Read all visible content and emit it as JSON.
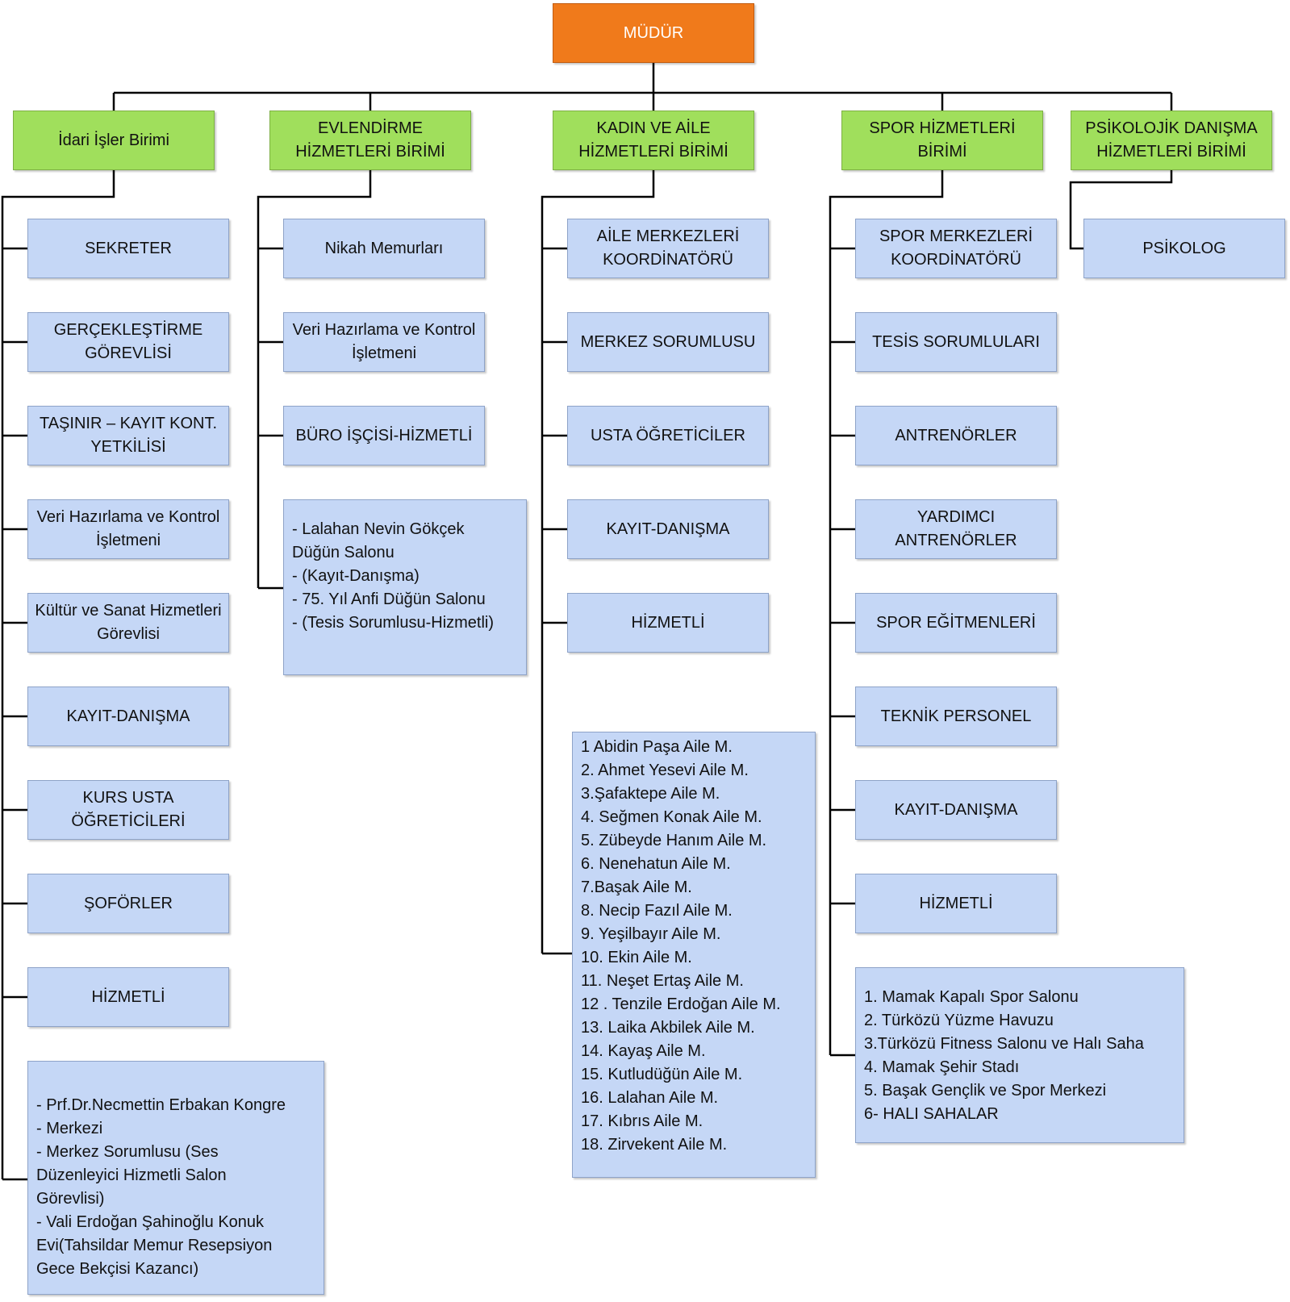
{
  "root": {
    "label": "MÜDÜR"
  },
  "units": [
    {
      "label": "İdari İşler Birimi",
      "positions": [
        "SEKRETER",
        "GERÇEKLEŞTİRME GÖREVLİSİ",
        "TAŞINIR – KAYIT KONT. YETKİLİSİ",
        "Veri Hazırlama ve Kontrol İşletmeni",
        "Kültür ve Sanat Hizmetleri Görevlisi",
        "KAYIT-DANIŞMA",
        "KURS USTA ÖĞRETİCİLERİ",
        "ŞOFÖRLER",
        "HİZMETLİ"
      ],
      "list": [
        "- Prf.Dr.Necmettin Erbakan Kongre",
        "- Merkezi",
        "- Merkez Sorumlusu (Ses",
        "Düzenleyici Hizmetli Salon",
        "Görevlisi)",
        "- Vali Erdoğan Şahinoğlu Konuk",
        "Evi(Tahsildar Memur Resepsiyon",
        "Gece Bekçisi Kazancı)"
      ]
    },
    {
      "label": "EVLENDİRME HİZMETLERİ BİRİMİ",
      "positions": [
        "Nikah Memurları",
        "Veri Hazırlama ve Kontrol İşletmeni",
        "BÜRO İŞÇİSİ-HİZMETLİ"
      ],
      "list": [
        "- Lalahan Nevin Gökçek",
        "Düğün Salonu",
        "- (Kayıt-Danışma)",
        "- 75. Yıl Anfi Düğün Salonu",
        "- (Tesis Sorumlusu-Hizmetli)"
      ]
    },
    {
      "label": "KADIN VE AİLE HİZMETLERİ BİRİMİ",
      "positions": [
        "AİLE MERKEZLERİ KOORDİNATÖRÜ",
        "MERKEZ SORUMLUSU",
        "USTA ÖĞRETİCİLER",
        "KAYIT-DANIŞMA",
        "HİZMETLİ"
      ],
      "list": [
        "1 Abidin Paşa Aile M.",
        "2. Ahmet Yesevi Aile M.",
        "3.Şafaktepe Aile M.",
        "4. Seğmen Konak Aile M.",
        "5. Zübeyde Hanım Aile M.",
        "6. Nenehatun Aile M.",
        "7.Başak Aile M.",
        "8. Necip Fazıl Aile M.",
        "9. Yeşilbayır Aile M.",
        "10. Ekin Aile M.",
        "11. Neşet Ertaş Aile M.",
        "12 . Tenzile Erdoğan Aile M.",
        "13. Laika Akbilek Aile M.",
        "14. Kayaş Aile M.",
        "15. Kutludüğün Aile M.",
        "16. Lalahan Aile M.",
        "17. Kıbrıs Aile M.",
        "18. Zirvekent Aile M."
      ]
    },
    {
      "label": "SPOR HİZMETLERİ BİRİMİ",
      "positions": [
        "SPOR MERKEZLERİ KOORDİNATÖRÜ",
        "TESİS SORUMLULARI",
        "ANTRENÖRLER",
        "YARDIMCI ANTRENÖRLER",
        "SPOR EĞİTMENLERİ",
        "TEKNİK PERSONEL",
        "KAYIT-DANIŞMA",
        "HİZMETLİ"
      ],
      "list": [
        "1. Mamak Kapalı Spor Salonu",
        "2. Türközü Yüzme Havuzu",
        "3.Türközü Fitness Salonu ve Halı Saha",
        "4. Mamak Şehir Stadı",
        "5. Başak Gençlik ve Spor Merkezi",
        "6- HALI SAHALAR"
      ]
    },
    {
      "label": "PSİKOLOJİK DANIŞMA HİZMETLERİ BİRİMİ",
      "positions": [
        "PSİKOLOG"
      ]
    }
  ]
}
